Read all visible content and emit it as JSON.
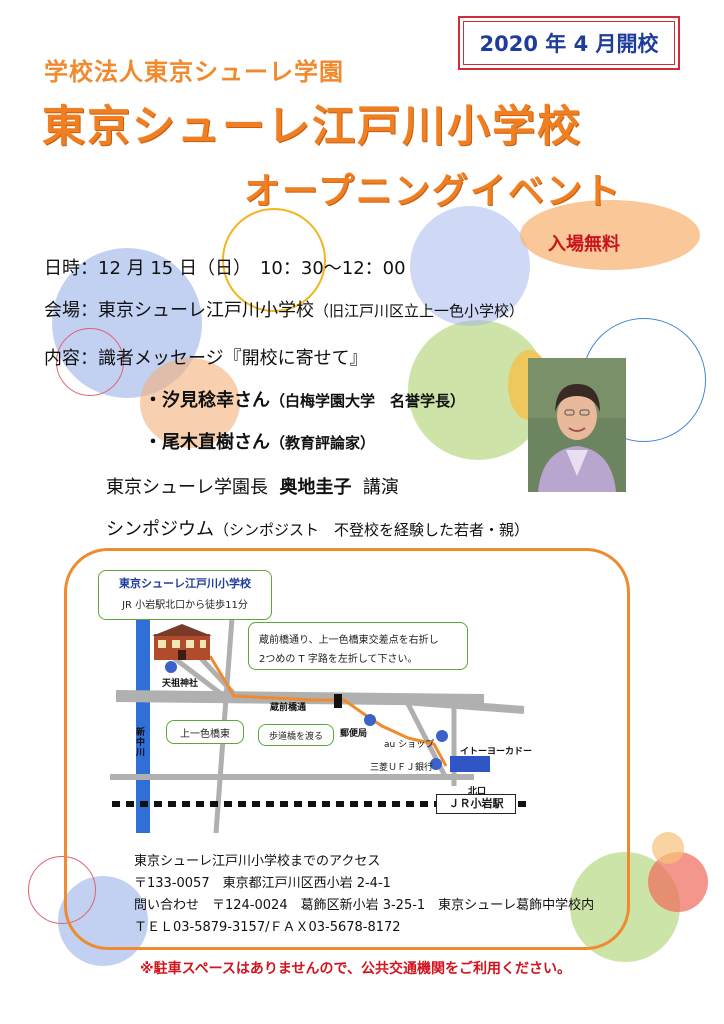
{
  "header": {
    "org": "学校法人東京シューレ学園",
    "school": "東京シューレ江戸川小学校",
    "event": "オープニングイベント",
    "opening": "2020 年 4 月開校",
    "admission": "入場無料"
  },
  "details": {
    "datetime_label": "日時：",
    "datetime_value": "12 月 15 日（日）　10：30〜12：00",
    "venue_label": "会場：",
    "venue_value": "東京シューレ江戸川小学校",
    "venue_note": "（旧江戸川区立上一色小学校）",
    "content_label": "内容：",
    "content_value": "識者メッセージ『開校に寄せて』",
    "speaker1_name": "・汐見稔幸さん",
    "speaker1_title": "（白梅学園大学　名誉学長）",
    "speaker2_name": "・尾木直樹さん",
    "speaker2_title": "（教育評論家）",
    "lecture_prefix": "東京シューレ学園長",
    "lecture_name": "奥地圭子",
    "lecture_suffix": "講演",
    "symposium": "シンポジウム",
    "symposium_note": "（シンポジスト　不登校を経験した若者・親）"
  },
  "map": {
    "school_name": "東京シューレ江戸川小学校",
    "walk": "JR 小岩駅北口から徒歩11分",
    "directions_line1": "蔵前橋通り、上一色橋東交差点を右折し",
    "directions_line2": "2つめの T 字路を左折して下さい。",
    "shrine": "天祖神社",
    "river": "新中川",
    "road": "蔵前橋通",
    "bridge": "上一色橋東",
    "crosswalk": "歩道橋を渡る",
    "post": "郵便局",
    "au": "au ショップ",
    "bank": "三菱ＵＦＪ銀行",
    "ito": "イトーヨーカドー",
    "north_exit": "北口",
    "station": "ＪＲ小岩駅"
  },
  "access": {
    "heading": "東京シューレ江戸川小学校までのアクセス",
    "address": "〒133-0057　東京都江戸川区西小岩 2-4-1",
    "inquiry": "問い合わせ　〒124-0024　葛飾区新小岩 3-25-1　東京シューレ葛飾中学校内",
    "tel": "ＴＥＬ03-5879-3157/ＦＡＸ03-5678-8172"
  },
  "notice": "※駐車スペースはありませんので、公共交通機関をご利用ください。",
  "colors": {
    "title_orange": "#f07f22",
    "badge_red": "#d42b3a",
    "badge_text_blue": "#1e3c9c",
    "notice_red": "#d2141e",
    "map_border": "#ef8a2e"
  }
}
